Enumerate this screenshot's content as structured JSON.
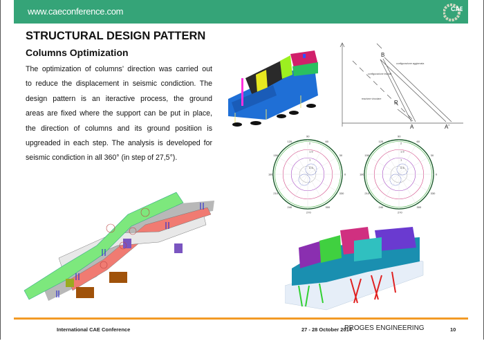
{
  "header": {
    "url": "www.caeconference.com",
    "logo_text": "CAE"
  },
  "slide": {
    "title": "STRUCTURAL DESIGN PATTERN",
    "subtitle": "Columns Optimization",
    "body_lines": [
      "The optimization of columns’ direction was carried out",
      "to reduce the displacement in seismic condiction. The",
      "design pattern is an iteractive process, the ground",
      "areas are fixed  where  the support can be put in place,",
      "the direction of columns and its ground positiion is",
      "upgreaded in each step. The analysis is developed for",
      "seismic condiction in all 360° (in step of 27,5°)."
    ]
  },
  "diagram": {
    "B": "B",
    "R": "R",
    "A": "A",
    "A_prime": "A'",
    "config_updated": "configurazione aggiornata",
    "config_initial": "configurazione iniziale",
    "reaction": "reazione vincolare"
  },
  "polar": {
    "angles": [
      "90",
      "60",
      "30",
      "0",
      "330",
      "300",
      "270",
      "240",
      "210",
      "180",
      "150",
      "120"
    ],
    "radii": [
      "0.5",
      "1",
      "1.5",
      "2"
    ]
  },
  "footer": {
    "conference": "International CAE Conference",
    "date": "27 - 28 October 2014",
    "org": "PROGES ENGINEERING",
    "page": "10"
  }
}
